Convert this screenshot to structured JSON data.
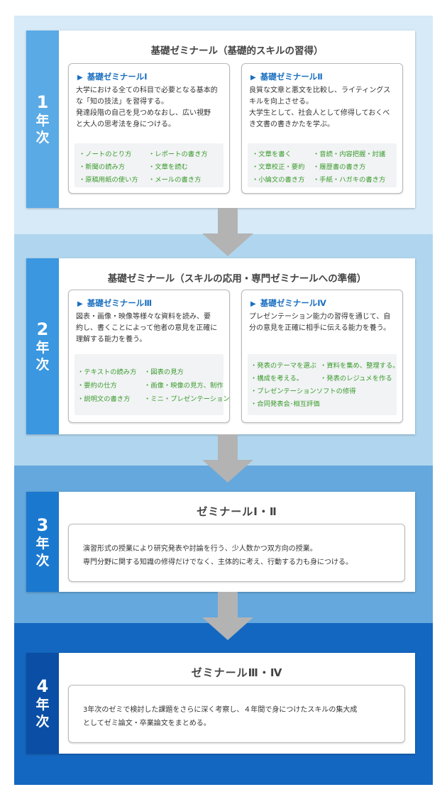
{
  "colors": {
    "band1": "#d6eaf8",
    "band2": "#b0d6ef",
    "band3": "#64a8dd",
    "band4": "#1467c1",
    "tab1": "#5aaae6",
    "tab2": "#3a97e0",
    "tab3": "#1b78cf",
    "tab4": "#0a4ea5",
    "sub_heading": "#1a6fc0",
    "skill_text": "#3a9a2a",
    "arrow": "#b3b3b3"
  },
  "years": [
    {
      "num": "1",
      "suffix1": "年",
      "suffix2": "次",
      "title": "基礎ゼミナール（基礎的スキルの習得）",
      "left": {
        "heading": "基礎ゼミナールⅠ",
        "desc": [
          "大学における全ての科目で必要となる基本的",
          "な「知の技法」を習得する。",
          "発達段階の自己を見つめなおし、広い視野",
          "と大人の思考法を身につける。"
        ],
        "skills": [
          "・ノートのとり方",
          "・レポートの書き方",
          "・新聞の読み方",
          "・文章を読む",
          "・原稿用紙の使い方",
          "・メールの書き方"
        ]
      },
      "right": {
        "heading": "基礎ゼミナールⅡ",
        "desc": [
          "良質な文章と悪文を比較し、ライティングス",
          "キルを向上させる。",
          "大学生として、社会人として修得しておくべ",
          "き文書の書きかたを学ぶ。"
        ],
        "skills": [
          "・文章を書く",
          "・音読・内容把握・討議",
          "・文章校正・要約",
          "・履歴書の書き方",
          "・小論文の書き方",
          "・手紙・ハガキの書き方"
        ]
      }
    },
    {
      "num": "2",
      "suffix1": "年",
      "suffix2": "次",
      "title": "基礎ゼミナール（スキルの応用・専門ゼミナールへの準備）",
      "left": {
        "heading": "基礎ゼミナールⅢ",
        "desc": [
          "図表・画像・映像等様々な資料を読み、要",
          "約し、書くことによって他者の意見を正確に",
          "理解する能力を養う。"
        ],
        "skills": [
          "・テキストの読み方",
          "・図表の見方",
          "・要約の仕方",
          "・画像・映像の見方、制作",
          "・説明文の書き方",
          "・ミニ・プレゼンテーション"
        ]
      },
      "right": {
        "heading": "基礎ゼミナールⅣ",
        "desc": [
          "プレゼンテーション能力の習得を通じて、自",
          "分の意見を正確に相手に伝える能力を養う。"
        ],
        "skills": [
          "・発表のテーマを選ぶ",
          "・資料を集め、整理する。",
          "・構成を考える。",
          "・発表のレジュメを作る",
          "・プレゼンテーションソフトの修得",
          "・合同発表会･相互評価"
        ]
      }
    },
    {
      "num": "3",
      "suffix1": "年",
      "suffix2": "次",
      "title": "ゼミナールⅠ・Ⅱ",
      "desc": [
        "演習形式の授業により研究発表や討論を行う、少人数かつ双方向の授業。",
        "専門分野に関する知識の修得だけでなく、主体的に考え、行動する力も身につける。"
      ]
    },
    {
      "num": "4",
      "suffix1": "年",
      "suffix2": "次",
      "title": "ゼミナールⅢ・Ⅳ",
      "desc": [
        "3年次のゼミで検討した課題をさらに深く考察し、４年間で身につけたスキルの集大成",
        "としてゼミ論文・卒業論文をまとめる。"
      ]
    }
  ]
}
